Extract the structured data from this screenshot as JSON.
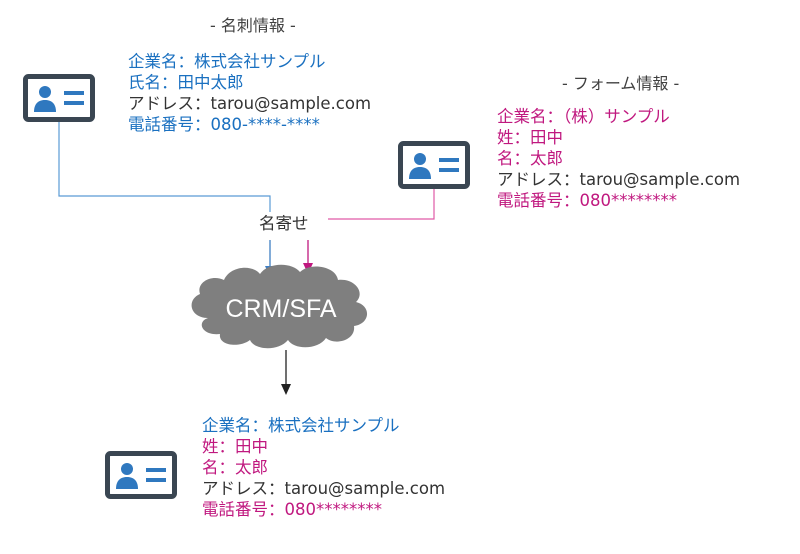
{
  "colors": {
    "blue": "#1a70c0",
    "magenta": "#c0187f",
    "dark_text": "#333333",
    "card_frame": "#3a4652",
    "cloud": "#7f7f7f",
    "cloud_text": "#ffffff"
  },
  "business_card": {
    "heading": "- 名刺情報 -",
    "icon": "business-card-icon",
    "fields": [
      {
        "text": "企業名：株式会社サンプル",
        "color": "blue"
      },
      {
        "text": "氏名：田中太郎",
        "color": "blue"
      },
      {
        "text": "アドレス：tarou@sample.com",
        "color": "dark"
      },
      {
        "text": "電話番号：080-****-****",
        "color": "blue"
      }
    ]
  },
  "form": {
    "heading": "- フォーム情報 -",
    "icon": "business-card-icon",
    "fields": [
      {
        "text": "企業名：（株）サンプル",
        "color": "magenta"
      },
      {
        "text": "姓：田中",
        "color": "magenta"
      },
      {
        "text": "名：太郎",
        "color": "magenta"
      },
      {
        "text": "アドレス：tarou@sample.com",
        "color": "dark"
      },
      {
        "text": "電話番号：080********",
        "color": "magenta"
      }
    ]
  },
  "merge_label": "名寄せ",
  "cloud_label": "CRM/SFA",
  "cloud_icon": "cloud-icon",
  "result": {
    "icon": "business-card-icon",
    "fields": [
      {
        "text": "企業名：株式会社サンプル",
        "color": "blue"
      },
      {
        "text": "姓：田中",
        "color": "magenta"
      },
      {
        "text": "名：太郎",
        "color": "magenta"
      },
      {
        "text": "アドレス：tarou@sample.com",
        "color": "dark"
      },
      {
        "text": "電話番号：080********",
        "color": "magenta"
      }
    ]
  }
}
